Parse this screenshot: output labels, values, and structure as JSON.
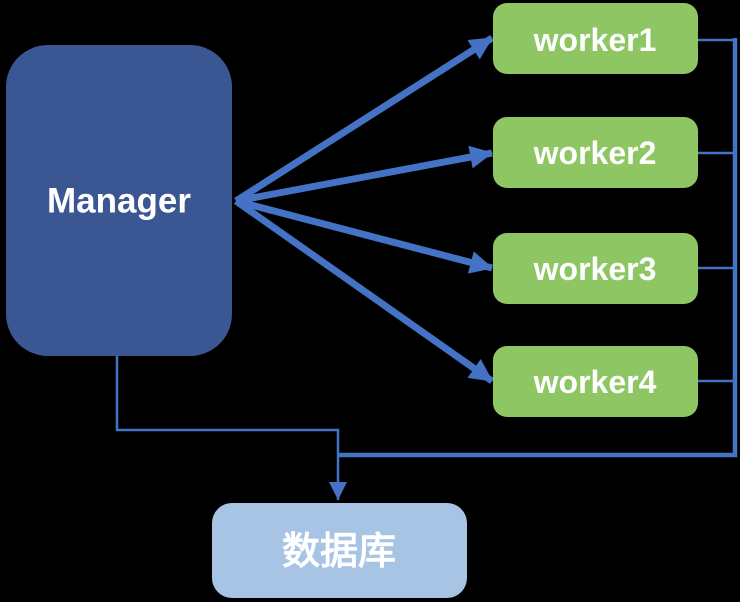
{
  "colors": {
    "background": "#000000",
    "manager_fill": "#3A5794",
    "worker_fill": "#8DC663",
    "database_fill": "#A7C4E5",
    "connector": "#4472C4",
    "label_text": "#FFFFFF"
  },
  "nodes": {
    "manager": {
      "label": "Manager"
    },
    "workers": [
      {
        "label": "worker1"
      },
      {
        "label": "worker2"
      },
      {
        "label": "worker3"
      },
      {
        "label": "worker4"
      }
    ],
    "database": {
      "label": "数据库"
    }
  },
  "edges": [
    {
      "from": "Manager",
      "to": "worker1",
      "style": "straight-arrow"
    },
    {
      "from": "Manager",
      "to": "worker2",
      "style": "straight-arrow"
    },
    {
      "from": "Manager",
      "to": "worker3",
      "style": "straight-arrow"
    },
    {
      "from": "Manager",
      "to": "worker4",
      "style": "straight-arrow"
    },
    {
      "from": "Manager",
      "to": "数据库",
      "style": "elbow-arrow"
    },
    {
      "from": "worker1",
      "to": "数据库",
      "style": "elbow"
    },
    {
      "from": "worker2",
      "to": "数据库",
      "style": "elbow"
    },
    {
      "from": "worker3",
      "to": "数据库",
      "style": "elbow"
    },
    {
      "from": "worker4",
      "to": "数据库",
      "style": "elbow"
    }
  ]
}
